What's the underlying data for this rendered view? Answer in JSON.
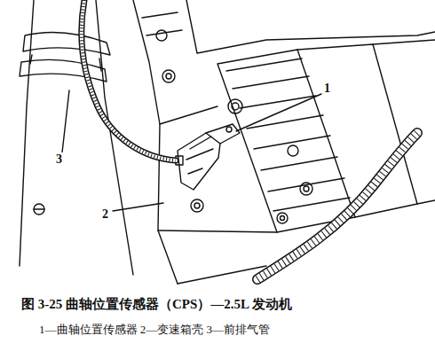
{
  "diagram": {
    "caption": "图 3-25  曲轴位置传感器（CPS）—2.5L 发动机",
    "labels": [
      "1",
      "2",
      "3",
      "1—曲轴位置传感器  2—变速箱壳  3—前排气管"
    ]
  }
}
